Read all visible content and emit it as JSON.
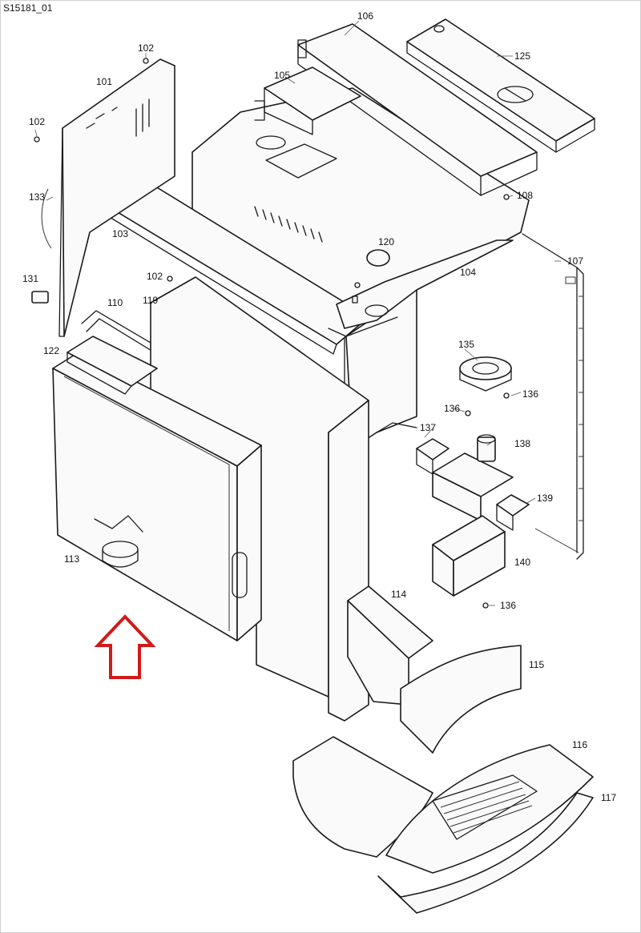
{
  "drawing_code": "S15181_01",
  "parts": [
    {
      "id": "p101",
      "label": "101"
    },
    {
      "id": "p102a",
      "label": "102"
    },
    {
      "id": "p102b",
      "label": "102"
    },
    {
      "id": "p102c",
      "label": "102"
    },
    {
      "id": "p103",
      "label": "103"
    },
    {
      "id": "p104",
      "label": "104"
    },
    {
      "id": "p105",
      "label": "105"
    },
    {
      "id": "p106",
      "label": "106"
    },
    {
      "id": "p107",
      "label": "107"
    },
    {
      "id": "p108",
      "label": "108"
    },
    {
      "id": "p110",
      "label": "110"
    },
    {
      "id": "p113",
      "label": "113"
    },
    {
      "id": "p114",
      "label": "114"
    },
    {
      "id": "p115",
      "label": "115"
    },
    {
      "id": "p116",
      "label": "116"
    },
    {
      "id": "p117",
      "label": "117"
    },
    {
      "id": "p119",
      "label": "119"
    },
    {
      "id": "p120",
      "label": "120"
    },
    {
      "id": "p122",
      "label": "122"
    },
    {
      "id": "p125",
      "label": "125"
    },
    {
      "id": "p131",
      "label": "131"
    },
    {
      "id": "p133",
      "label": "133"
    },
    {
      "id": "p135",
      "label": "135"
    },
    {
      "id": "p136a",
      "label": "136"
    },
    {
      "id": "p136b",
      "label": "136"
    },
    {
      "id": "p136c",
      "label": "136"
    },
    {
      "id": "p137",
      "label": "137"
    },
    {
      "id": "p138",
      "label": "138"
    },
    {
      "id": "p139",
      "label": "139"
    },
    {
      "id": "p140",
      "label": "140"
    }
  ],
  "colors": {
    "line": "#1a1a1a",
    "arrow": "#d11a1a",
    "background": "#ffffff"
  },
  "icons": {
    "insert_direction": "up-arrow-icon"
  }
}
